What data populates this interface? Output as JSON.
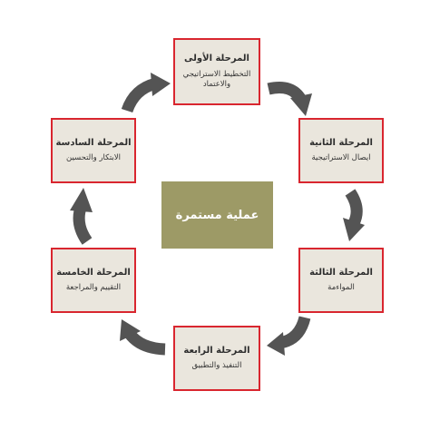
{
  "center": {
    "label": "عملية مستمرة"
  },
  "stages": [
    {
      "title": "المرحلة الأولى",
      "desc": "التخطيط الاستراتيجي والاعتماد"
    },
    {
      "title": "المرحلة الثانية",
      "desc": "ايصال الاستراتيجية"
    },
    {
      "title": "المرحلة الثالثة",
      "desc": "المواءمة"
    },
    {
      "title": "المرحلة الرابعة",
      "desc": "التنفيذ والتطبيق"
    },
    {
      "title": "المرحلة الخامسة",
      "desc": "التقييم والمراجعة"
    },
    {
      "title": "المرحلة السادسة",
      "desc": "الابتكار والتحسين"
    }
  ],
  "colors": {
    "box_fill": "#eae6dd",
    "box_border": "#d9262f",
    "center_fill": "#9d9a66",
    "arrow": "#545454"
  },
  "icons": {
    "arrow": "curved-arrow-icon"
  }
}
